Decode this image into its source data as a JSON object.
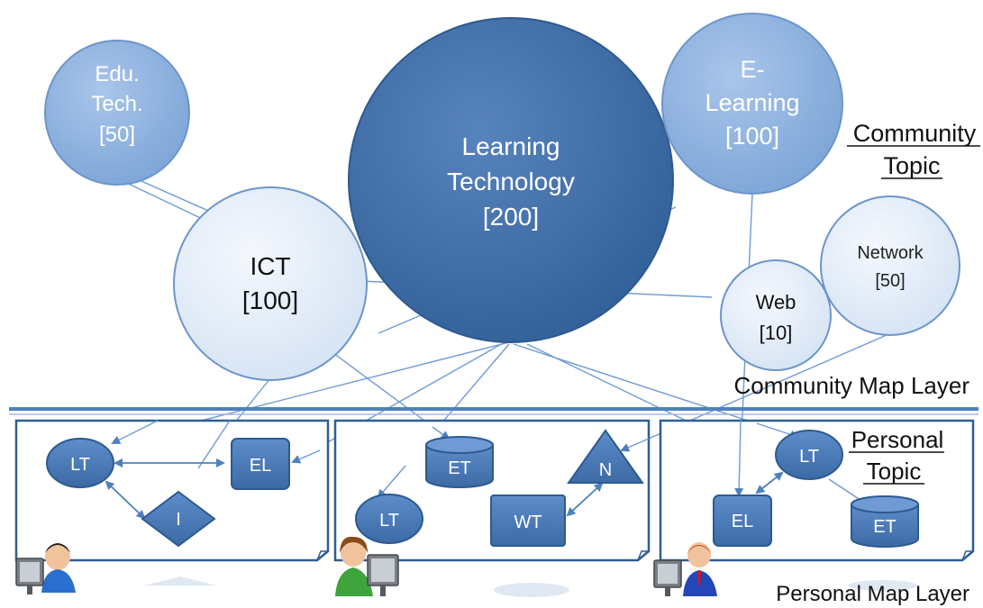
{
  "community_topics": {
    "edu_tech": {
      "line1": "Edu.",
      "line2": "Tech.",
      "count": "[50]"
    },
    "learning_technology": {
      "line1": "Learning",
      "line2": "Technology",
      "count": "[200]"
    },
    "e_learning": {
      "line1": "E-",
      "line2": "Learning",
      "count": "[100]"
    },
    "ict": {
      "line1": "ICT",
      "count": "[100]"
    },
    "web": {
      "line1": "Web",
      "count": "[10]"
    },
    "network": {
      "line1": "Network",
      "count": "[50]"
    }
  },
  "labels": {
    "community_topic_line1": "Community",
    "community_topic_line2": "Topic",
    "community_map_layer": "Community Map Layer",
    "personal_topic_line1": "Personal",
    "personal_topic_line2": "Topic",
    "personal_map_layer": "Personal Map Layer"
  },
  "personal_maps": [
    {
      "nodes": {
        "lt": "LT",
        "el": "EL",
        "i": "I"
      }
    },
    {
      "nodes": {
        "et": "ET",
        "lt": "LT",
        "wt": "WT",
        "n": "N"
      }
    },
    {
      "nodes": {
        "lt": "LT",
        "el": "EL",
        "et": "ET"
      }
    }
  ],
  "colors": {
    "dark_blue": "#3f6ea6",
    "medium_blue": "#8db0dc",
    "light_blue": "#dce8f6",
    "node_blue": "#4e80bd",
    "border_blue": "#2c5a8f",
    "line_blue": "#5b8fd0"
  }
}
